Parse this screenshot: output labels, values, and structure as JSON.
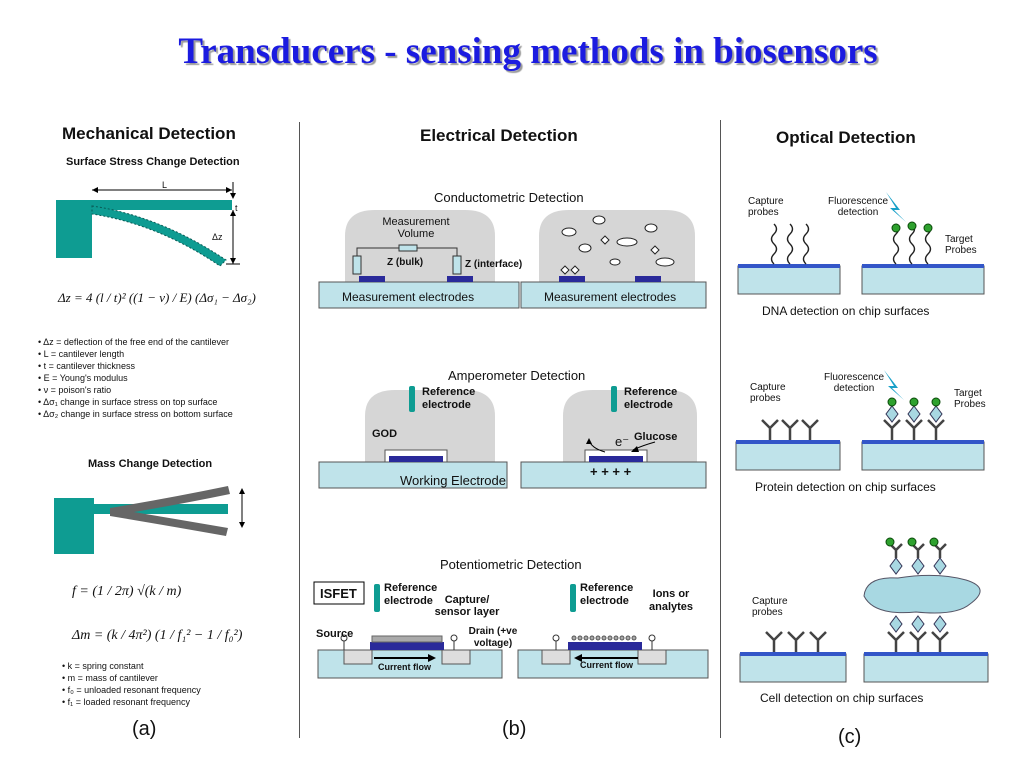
{
  "title": "Transducers - sensing methods in biosensors",
  "mechanical": {
    "heading": "Mechanical Detection",
    "surface_stress_title": "Surface Stress Change Detection",
    "label_L": "L",
    "label_t": "t",
    "label_dz": "Δz",
    "eq1": "Δz = 4 (l / t)² ((1 − ν) / E) (Δσ₁ − Δσ₂)",
    "legend1": [
      "• Δz = deflection of the free end of the cantilever",
      "• L = cantilever length",
      "• t = cantilever thickness",
      "• E = Young's modulus",
      "• ν = poison's ratio",
      "• Δσ₁ change in surface stress on top surface",
      "• Δσ₂  change in surface stress on bottom surface"
    ],
    "mass_title": "Mass Change Detection",
    "eq2": "f = (1 / 2π) √(k / m)",
    "eq3": "Δm = (k / 4π²) (1 / f₁² − 1 / f₀²)",
    "legend2": [
      "• k = spring constant",
      "• m = mass of cantilever",
      "• f₀ = unloaded resonant frequency",
      "• f₁ = loaded resonant frequency"
    ],
    "fig_label": "(a)"
  },
  "electrical": {
    "heading": "Electrical Detection",
    "conducto_title": "Conductometric Detection",
    "measurement_volume": "Measurement Volume",
    "z_bulk": "Z (bulk)",
    "z_interface": "Z (interface)",
    "meas_electrodes": "Measurement electrodes",
    "ampero_title": "Amperometer Detection",
    "reference_electrode": "Reference electrode",
    "god": "GOD",
    "working_electrode": "Working Electrode",
    "electron": "e⁻",
    "glucose": "Glucose",
    "plus_signs": "+ + + +",
    "potentio_title": "Potentiometric Detection",
    "isfet": "ISFET",
    "capture_layer": "Capture/ sensor layer",
    "source": "Source",
    "drain": "Drain (+ve voltage)",
    "current_flow": "Current flow",
    "ions": "Ions or analytes",
    "fig_label": "(b)"
  },
  "optical": {
    "heading": "Optical Detection",
    "capture_probes": "Capture probes",
    "fluorescence": "Fluorescence detection",
    "target_probes": "Target Probes",
    "dna_caption": "DNA detection on chip surfaces",
    "protein_caption": "Protein detection on chip surfaces",
    "cell_caption": "Cell detection on chip surfaces",
    "fig_label": "(c)"
  },
  "colors": {
    "title": "#1b1be0",
    "teal": "#0e9c92",
    "substrate": "#bfe3ea",
    "electrode": "#2a2a9a",
    "dome": "#d6d6d6",
    "chip_blue": "#3356c8",
    "probe_green": "#2ea12e",
    "cell": "#a8d8e2"
  }
}
